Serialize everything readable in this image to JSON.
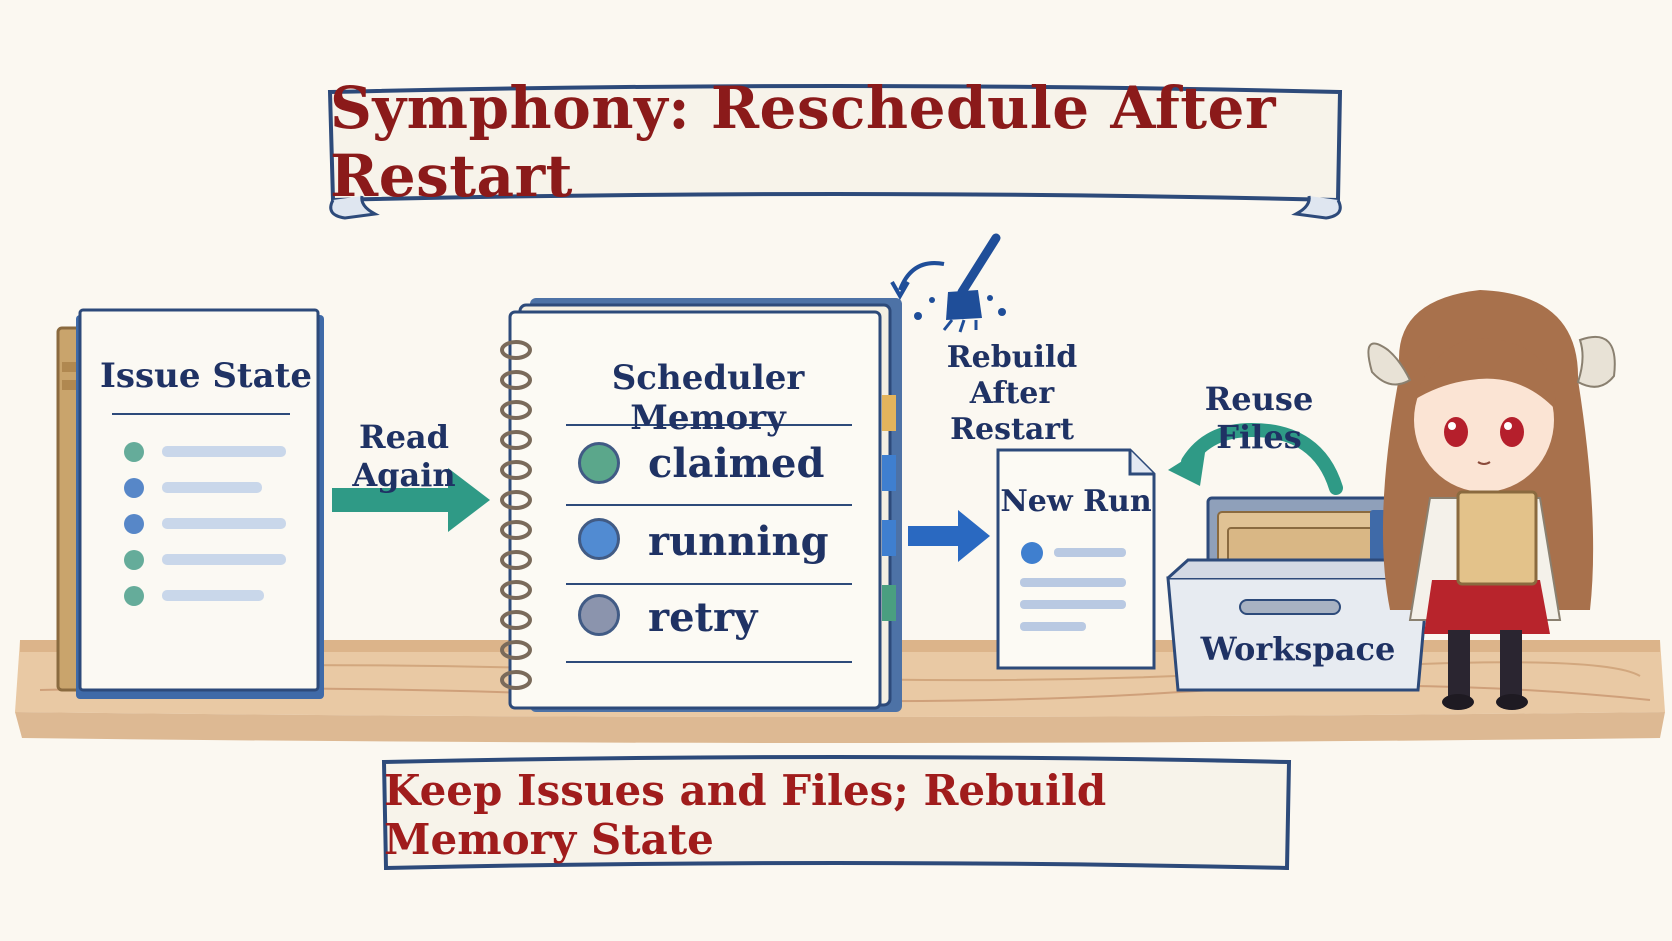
{
  "title": "Symphony: Reschedule After Restart",
  "footer": "Keep Issues and Files; Rebuild Memory State",
  "issue_state": {
    "title": "Issue State",
    "item_colors": [
      "#4a9f8a",
      "#3a73c0",
      "#3a73c0",
      "#4a9f8a",
      "#4a9f8a"
    ]
  },
  "read_again": "Read Again",
  "scheduler_memory": {
    "title": "Scheduler Memory",
    "states": [
      {
        "label": "claimed",
        "color": "#4a9f80"
      },
      {
        "label": "running",
        "color": "#3f7fcf"
      },
      {
        "label": "retry",
        "color": "#7f8aa6"
      }
    ]
  },
  "rebuild_label": "Rebuild After Restart",
  "new_run": "New Run",
  "reuse_files": "Reuse Files",
  "workspace": "Workspace",
  "colors": {
    "title_red": "#8b1a1a",
    "navy": "#1f3264",
    "teal": "#2f9a86",
    "blue": "#2a69c1"
  }
}
